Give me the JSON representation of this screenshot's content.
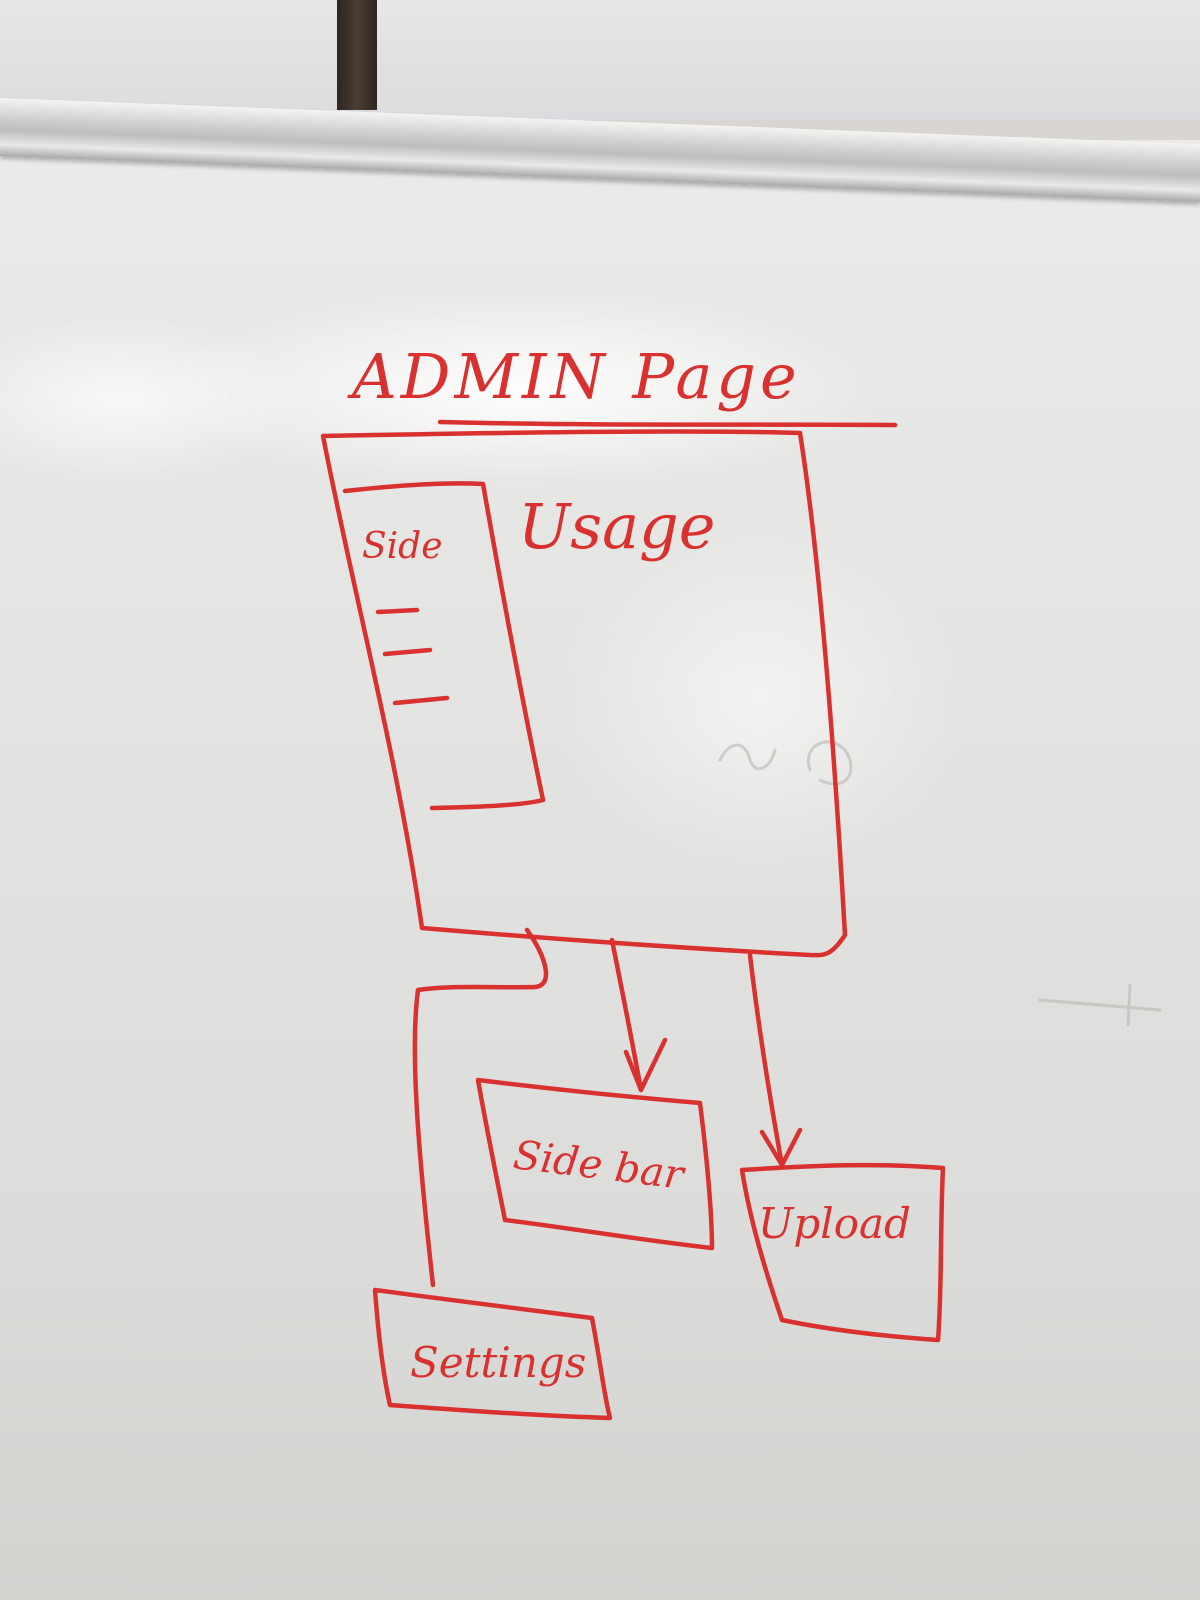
{
  "title": "ADMIN Page",
  "main_box": {
    "content_label": "Usage",
    "sidebar": {
      "label": "Side",
      "item_count": 3
    }
  },
  "children": [
    {
      "label": "Settings"
    },
    {
      "label": "Side bar"
    },
    {
      "label": "Upload"
    }
  ],
  "ink_color": "#d9312f"
}
